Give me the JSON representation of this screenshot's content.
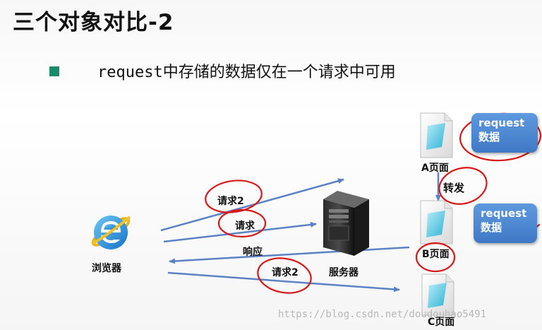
{
  "slide": {
    "title": "三个对象对比-2",
    "bullet": "request中存储的数据仅在一个请求中可用"
  },
  "diagram": {
    "browser_label": "浏览器",
    "server_label": "服务器",
    "page_a_label": "A页面",
    "page_b_label": "B页面",
    "page_c_label": "C页面",
    "forward_label": "转发",
    "request2_top_label": "请求2",
    "request_label": "请求",
    "response_label": "响应",
    "request2_bottom_label": "请求2",
    "request_data_a": {
      "line1": "request",
      "line2": "数据"
    },
    "request_data_b": {
      "line1": "request",
      "line2": "数据"
    }
  },
  "watermark": "https://blog.csdn.net/doudouhao5491",
  "colors": {
    "arrow": "#5b82c4",
    "annotation": "#d81818",
    "bullet": "#1a8a6a",
    "bubble": "#4a85d1"
  },
  "icons": {
    "browser": "internet-explorer-icon",
    "server": "server-tower-icon",
    "page": "document-page-icon"
  }
}
